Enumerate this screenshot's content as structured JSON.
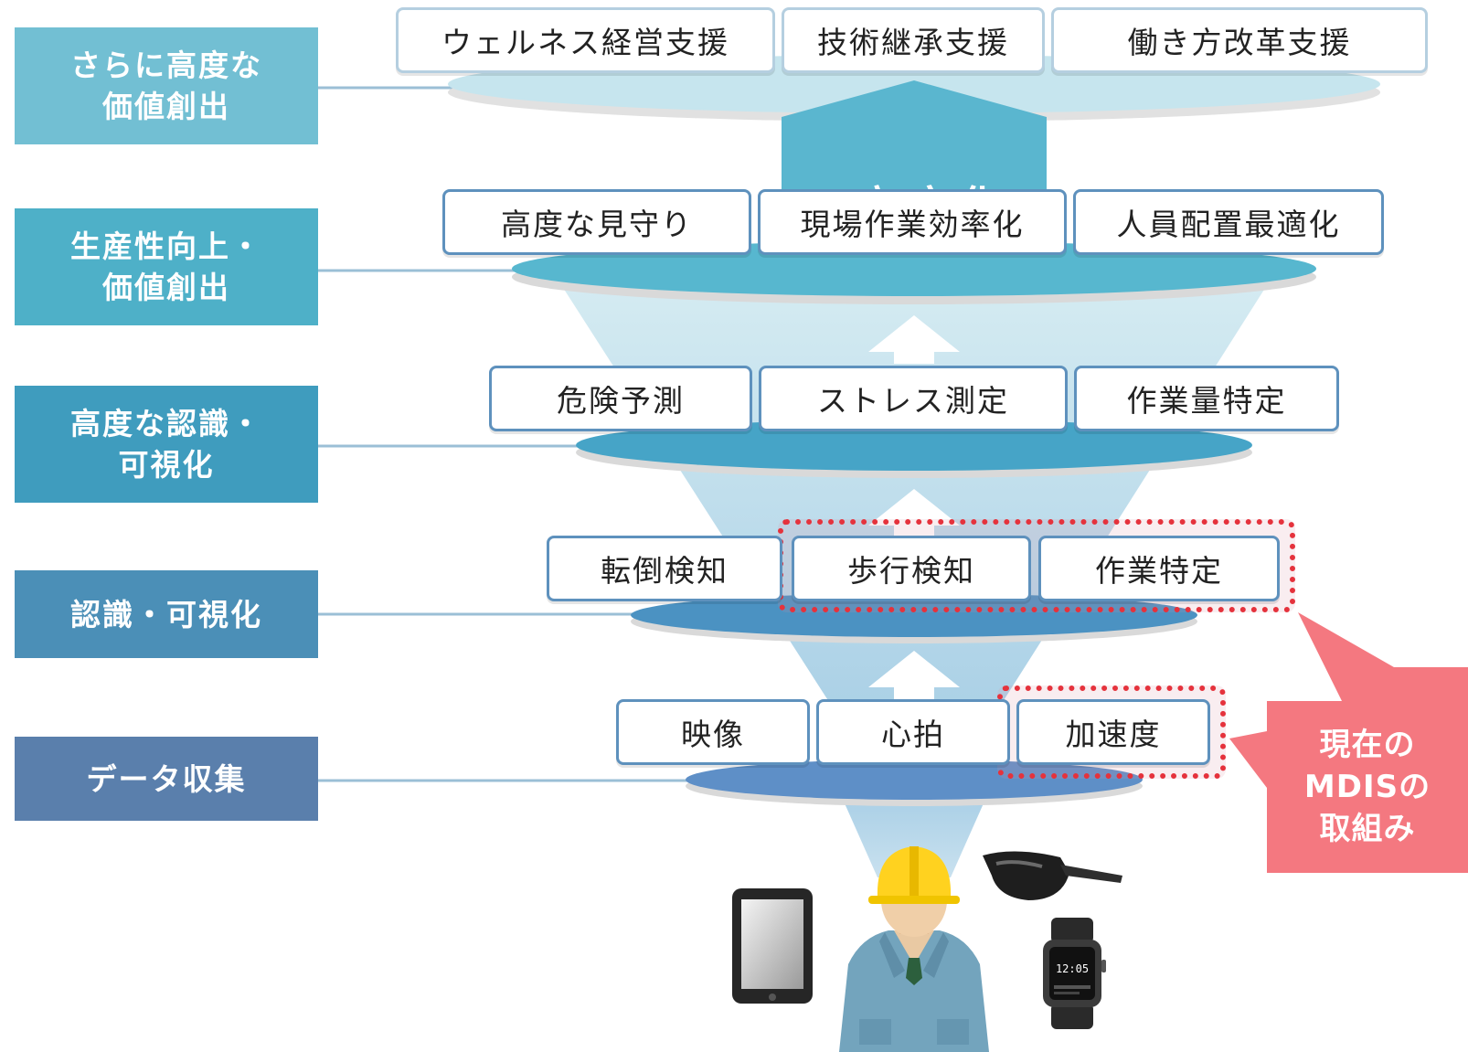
{
  "levels": [
    {
      "lines": [
        "さらに高度な",
        "価値創出"
      ],
      "color": "#72bfd3"
    },
    {
      "lines": [
        "生産性向上・",
        "価値創出"
      ],
      "color": "#4eb0c8"
    },
    {
      "lines": [
        "高度な認識・",
        "可視化"
      ],
      "color": "#3f9cbe"
    },
    {
      "lines": [
        "認識・可視化"
      ],
      "color": "#4b8fb7"
    },
    {
      "lines": [
        "データ収集"
      ],
      "color": "#5a7fac"
    }
  ],
  "tiers": [
    {
      "items": [
        "ウェルネス経営支援",
        "技術継承支援",
        "働き方改革支援"
      ]
    },
    {
      "items": [
        "高度な見守り",
        "現場作業効率化",
        "人員配置最適化"
      ]
    },
    {
      "items": [
        "危険予測",
        "ストレス測定",
        "作業量特定"
      ]
    },
    {
      "items": [
        "転倒検知",
        "歩行検知",
        "作業特定"
      ]
    },
    {
      "items": [
        "映像",
        "心拍",
        "加速度"
      ]
    }
  ],
  "advanced_label": "高度化",
  "callout": {
    "lines": [
      "現在の",
      "MDISの",
      "取組み"
    ],
    "color": "#f47880"
  },
  "watch_time": "12:05",
  "colors": {
    "highlight_frame": "#e5323c",
    "box_border": "#5e91bd",
    "advanced_banner": "#5ab6cf"
  }
}
